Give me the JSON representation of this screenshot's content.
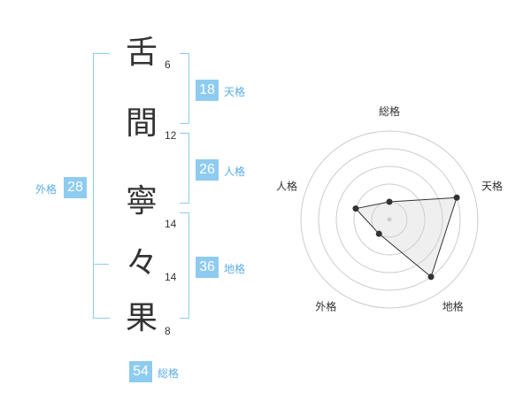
{
  "name_chars": [
    {
      "char": "舌",
      "strokes": "6"
    },
    {
      "char": "間",
      "strokes": "12"
    },
    {
      "char": "寧",
      "strokes": "14"
    },
    {
      "char": "々",
      "strokes": "14"
    },
    {
      "char": "果",
      "strokes": "8"
    }
  ],
  "scores": {
    "tenkaku": {
      "value": "18",
      "label": "天格"
    },
    "jinkaku": {
      "value": "26",
      "label": "人格"
    },
    "chikaku": {
      "value": "36",
      "label": "地格"
    },
    "gaikaku": {
      "value": "28",
      "label": "外格"
    },
    "soukaku": {
      "value": "54",
      "label": "総格"
    }
  },
  "colors": {
    "accent": "#8ecbf0",
    "label": "#5aaee6",
    "text": "#333333"
  },
  "chart_data": {
    "type": "radar",
    "axes": [
      "総格",
      "天格",
      "地格",
      "外格",
      "人格"
    ],
    "values": [
      1,
      4,
      4,
      1,
      2
    ],
    "range": [
      0,
      5
    ],
    "rings": 5
  }
}
